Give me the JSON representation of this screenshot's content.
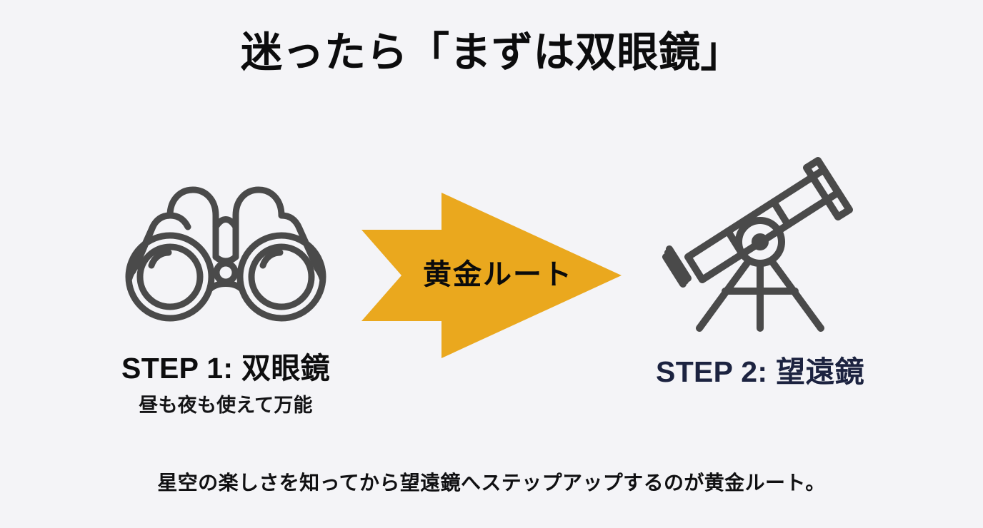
{
  "slide": {
    "background_color": "#f4f4f7",
    "title": "迷ったら「まずは双眼鏡」"
  },
  "steps": [
    {
      "id": "step-1",
      "icon": "binoculars-icon",
      "icon_color": "#4a4a4a",
      "label": "STEP 1: 双眼鏡",
      "label_color": "#0d0d0e",
      "sublabel": "昼も夜も使えて万能"
    },
    {
      "id": "step-2",
      "icon": "telescope-icon",
      "icon_color": "#4a4a4a",
      "label": "STEP 2: 望遠鏡",
      "label_color": "#1c2340",
      "sublabel": ""
    }
  ],
  "arrow": {
    "icon": "right-arrow-icon",
    "caption": "黄金ルート",
    "fill_color": "#eaa81e",
    "caption_color": "#0b0b0c",
    "direction": "right"
  },
  "footer": {
    "note": "星空の楽しさを知ってから望遠鏡へステップアップするのが黄金ルート。"
  }
}
